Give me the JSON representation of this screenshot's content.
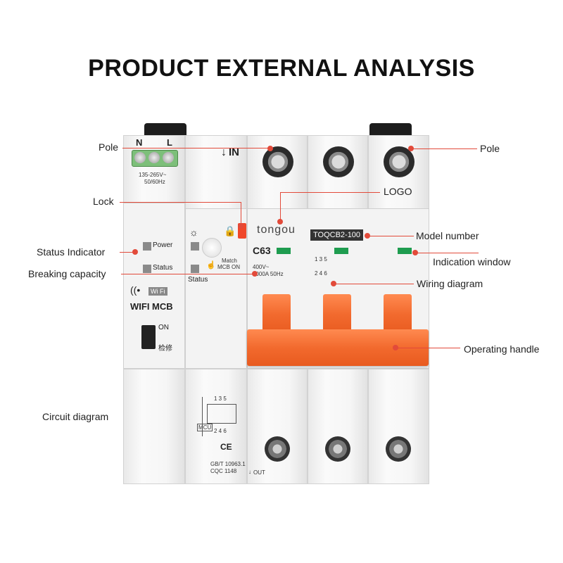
{
  "title": "PRODUCT EXTERNAL ANALYSIS",
  "labels": {
    "pole_left": "Pole",
    "pole_right": "Pole",
    "lock": "Lock",
    "logo": "LOGO",
    "model_number": "Model number",
    "status_indicator": "Status Indicator",
    "indication_window": "Indication window",
    "breaking_capacity": "Breaking capacity",
    "wiring_diagram": "Wiring diagram",
    "operating_handle": "Operating handle",
    "circuit_diagram": "Circuit diagram"
  },
  "device": {
    "terminal_n": "N",
    "terminal_l": "L",
    "voltage_range": "135-265V~",
    "frequency_range": "50/60Hz",
    "in_label": "IN",
    "out_label": "OUT",
    "power_label": "Power",
    "status_label": "Status",
    "status_label_2": "Status",
    "wifi_badge": "Wi Fi",
    "wifi_mcb": "WIFI MCB",
    "on_label": "ON",
    "service_label": "检修",
    "match_label": "Match",
    "mcb_on_label": "MCB ON",
    "brand": "tongou",
    "rating": "C63",
    "spec_voltage": "400V~",
    "spec_capacity": "6000A  50Hz",
    "model": "TOQCB2-100",
    "wiring_top": "1 3 5",
    "wiring_bottom": "2 4 6",
    "circuit_top": "1 3 5",
    "circuit_bottom": "2 4 6",
    "mcu_label": "MCU",
    "ce_mark": "CE",
    "standard_1": "GB/T 10963.1",
    "standard_2": "CQC 1148"
  },
  "colors": {
    "accent_line": "#e24a3a",
    "handle_orange": "#f26a2e",
    "indicator_green": "#1e9c4f"
  }
}
